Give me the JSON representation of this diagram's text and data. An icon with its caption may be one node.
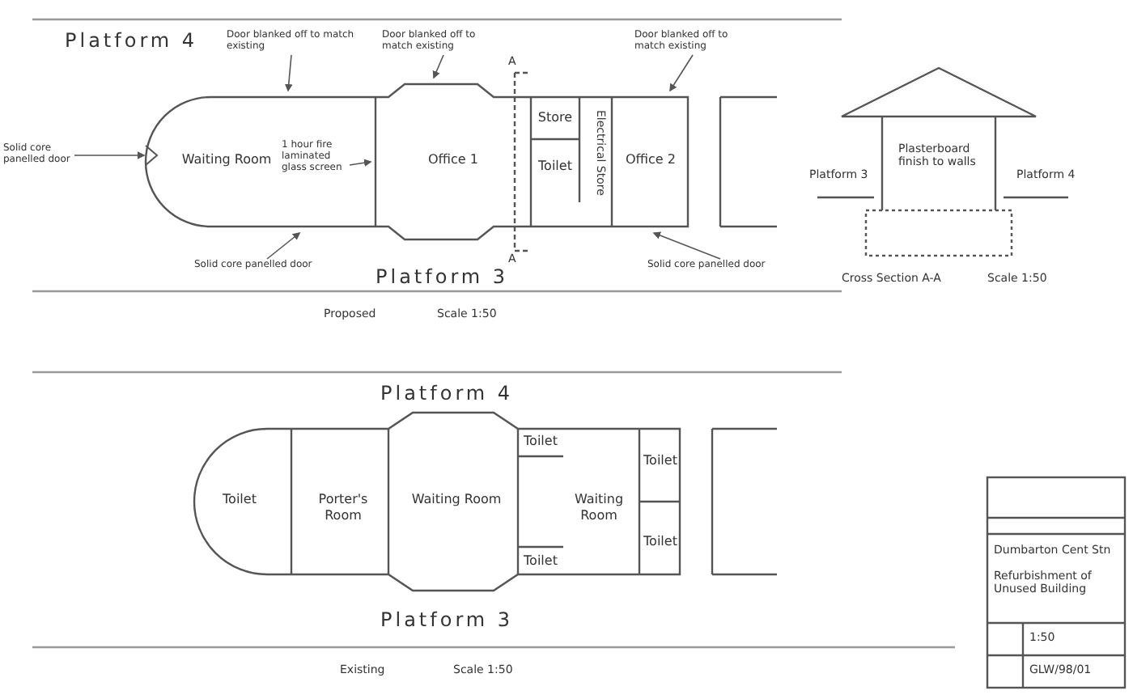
{
  "diagram": {
    "nodes": [
      {
        "text": [
          "Waiting Room"
        ]
      },
      {
        "text": [
          "Office 1"
        ]
      },
      {
        "text": [
          "Store"
        ]
      },
      {
        "text": [
          "Toilet"
        ]
      },
      {
        "text": [
          "Electrical Store"
        ]
      },
      {
        "text": [
          "Office 2"
        ]
      },
      {
        "text": [
          "Solid core panelled door"
        ]
      },
      {
        "text": [
          "Door blanked off to match existing"
        ]
      },
      {
        "text": [
          "Door blanked off to match existing"
        ]
      },
      {
        "text": [
          "1 hour fire laminated glass screen"
        ]
      },
      {
        "text": [
          "Solid core panelled door"
        ]
      },
      {
        "text": [
          "Door blanked off to match existing"
        ]
      },
      {
        "text": [
          "Solid core panelled door"
        ]
      },
      {
        "text": [
          "Toilet"
        ]
      },
      {
        "text": [
          "Porter's Room"
        ]
      },
      {
        "text": [
          "Waiting Room"
        ]
      },
      {
        "text": [
          "Toilet"
        ]
      },
      {
        "text": [
          "Toilet"
        ]
      },
      {
        "text": [
          "Waiting Room"
        ]
      },
      {
        "text": [
          "Toilet"
        ]
      },
      {
        "text": [
          "Toilet"
        ]
      },
      {
        "text": [],
        "shape": "door"
      }
    ],
    "edges": [
      {
        "from": 6,
        "to": 21,
        "arrow": "to"
      },
      {
        "from": 7,
        "to": null,
        "arrow": "to"
      },
      {
        "from": 8,
        "to": null,
        "arrow": "to"
      },
      {
        "from": 9,
        "to": null,
        "arrow": "to"
      },
      {
        "from": 10,
        "to": null,
        "arrow": "to"
      },
      {
        "from": 11,
        "to": null,
        "arrow": "to"
      },
      {
        "from": 12,
        "to": null,
        "arrow": "to"
      }
    ],
    "labels": [
      "Platform 4",
      "A",
      "A",
      "Platform 3",
      "Proposed",
      "Scale 1:50",
      "Platform 3",
      "Plasterboard finish to walls",
      "Platform 4",
      "Cross Section A-A",
      "Scale 1:50",
      "Platform 4",
      "Platform 3",
      "Existing",
      "Scale 1:50",
      "Dumbarton Cent Stn",
      "Refurbishment of Unused Building",
      "1:50",
      "GLW/98/01"
    ]
  }
}
